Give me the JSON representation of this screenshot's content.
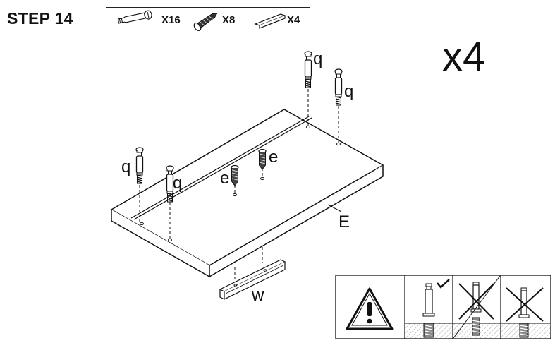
{
  "step": {
    "title": "STEP 14"
  },
  "parts": [
    {
      "icon": "cam-bolt-icon",
      "qty": "X16"
    },
    {
      "icon": "screw-icon",
      "qty": "X8"
    },
    {
      "icon": "rail-bracket-icon",
      "qty": "X4"
    }
  ],
  "multiplier": "x4",
  "labels": {
    "cam_bolt": "q",
    "screw": "e",
    "panel": "E",
    "rail": "w"
  },
  "warning": {
    "icon": "warning-triangle-icon",
    "panels": [
      {
        "state": "correct",
        "mark": "check-icon"
      },
      {
        "state": "incorrect",
        "mark": "cross-icon"
      },
      {
        "state": "incorrect",
        "mark": "cross-icon"
      }
    ]
  }
}
